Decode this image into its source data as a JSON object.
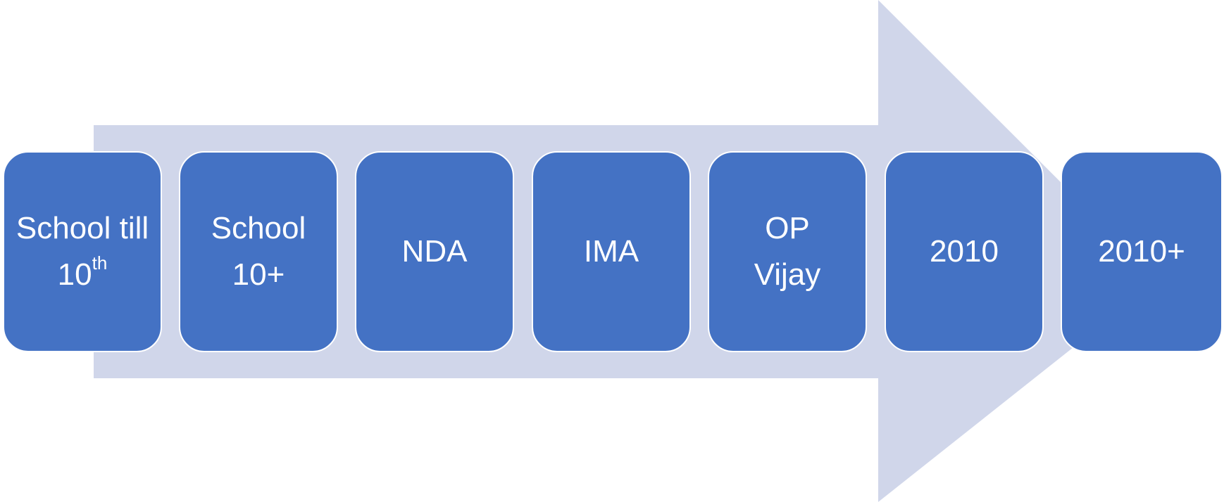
{
  "colors": {
    "arrow": "#D0D6EA",
    "box": "#4472C4",
    "text": "#FFFFFF"
  },
  "steps": [
    {
      "label": "School till 10",
      "sup": "th"
    },
    {
      "label": "School 10+"
    },
    {
      "label": "NDA"
    },
    {
      "label": "IMA"
    },
    {
      "label": "OP Vijay"
    },
    {
      "label": "2010"
    },
    {
      "label": "2010+"
    }
  ]
}
